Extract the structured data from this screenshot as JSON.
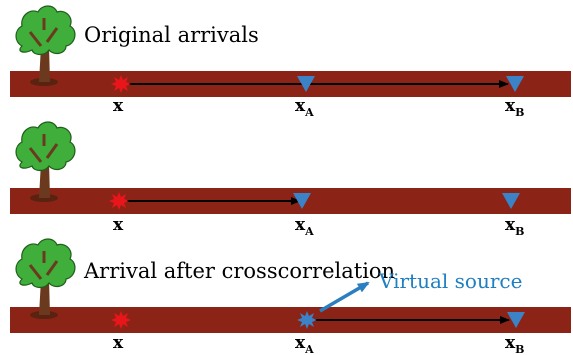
{
  "panels": [
    {
      "caption": "Original arrivals",
      "source_label": "x",
      "receiver_a_label": "x",
      "receiver_a_sub": "A",
      "receiver_b_label": "x",
      "receiver_b_sub": "B"
    },
    {
      "caption": "",
      "source_label": "x",
      "receiver_a_label": "x",
      "receiver_a_sub": "A",
      "receiver_b_label": "x",
      "receiver_b_sub": "B"
    },
    {
      "caption": "Arrival after crosscorrelation",
      "source_label": "x",
      "receiver_a_label": "x",
      "receiver_a_sub": "A",
      "receiver_b_label": "x",
      "receiver_b_sub": "B",
      "virtual_source_label": "Virtual source"
    }
  ],
  "colors": {
    "ground": "#8b2416",
    "source": "#e8151b",
    "receiver": "#3b82c6",
    "virtual_source": "#3b82c6",
    "virtual_label": "#1f7fc0",
    "arrow": "#000000",
    "tree_foliage": "#3fae3a",
    "tree_trunk": "#6b3a1e"
  }
}
